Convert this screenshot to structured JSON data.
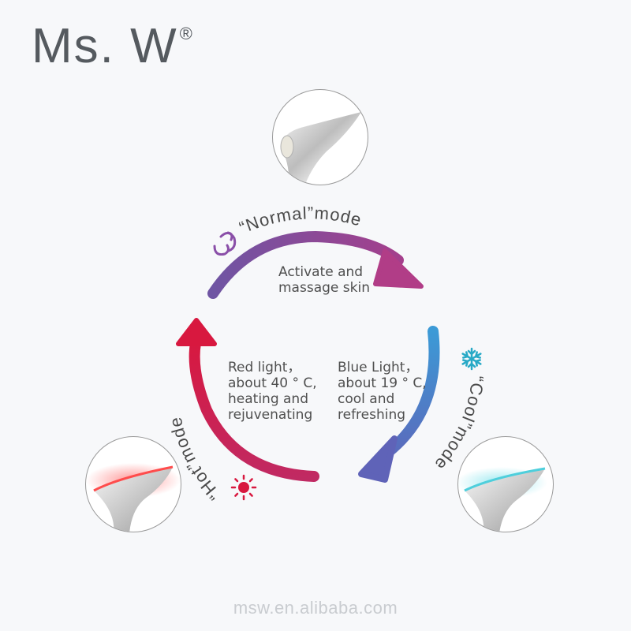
{
  "brand": {
    "name": "Ms. W",
    "registered": "®"
  },
  "modes": {
    "normal": {
      "label": "“Normal”mode",
      "description": "Activate and\nmassage skin",
      "icon": "swirl-icon",
      "color": "#8a4fa8"
    },
    "hot": {
      "label": "“Hot”mode",
      "description": "Red light，\nabout 40 ° C,\nheating and\nrejuvenating",
      "icon": "sun-icon",
      "color": "#d31c47"
    },
    "cool": {
      "label": "“Cool”mode",
      "description": "Blue Light，\nabout 19 ° C,\ncool and\nrefreshing",
      "icon": "snowflake-icon",
      "color": "#27a9c6"
    }
  },
  "watermark": "msw.en.alibaba.com"
}
